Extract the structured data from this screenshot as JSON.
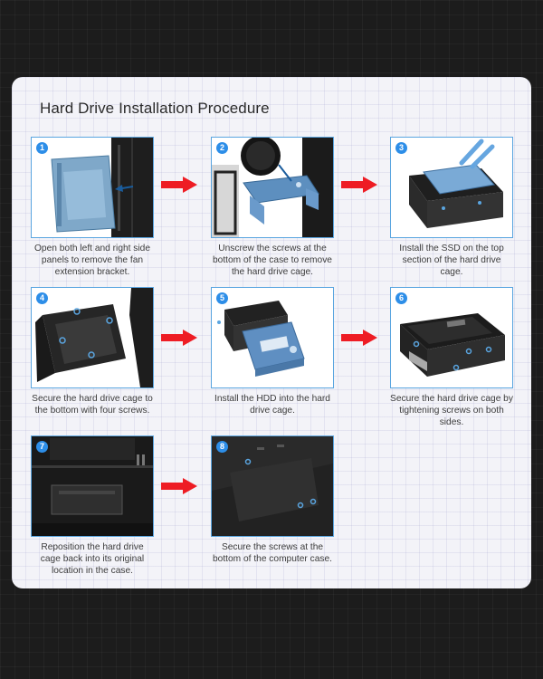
{
  "title": "Hard Drive Installation Procedure",
  "colors": {
    "accent_blue": "#2d8ee8",
    "arrow_red": "#ee1c24",
    "frame_blue": "#5aa5e0"
  },
  "steps": [
    {
      "number": "1",
      "caption": "Open both left and right side panels to remove the fan extension bracket."
    },
    {
      "number": "2",
      "caption": "Unscrew the screws at the bottom of the case to remove the hard drive cage."
    },
    {
      "number": "3",
      "caption": "Install the SSD on the top section of the hard drive cage."
    },
    {
      "number": "4",
      "caption": "Secure the hard drive cage to the bottom with four screws."
    },
    {
      "number": "5",
      "caption": "Install the HDD into the hard drive cage."
    },
    {
      "number": "6",
      "caption": "Secure the hard drive cage by tightening screws on both sides."
    },
    {
      "number": "7",
      "caption": "Reposition the hard drive cage back into its original location in the case."
    },
    {
      "number": "8",
      "caption": "Secure the screws at the bottom of the computer case."
    }
  ]
}
